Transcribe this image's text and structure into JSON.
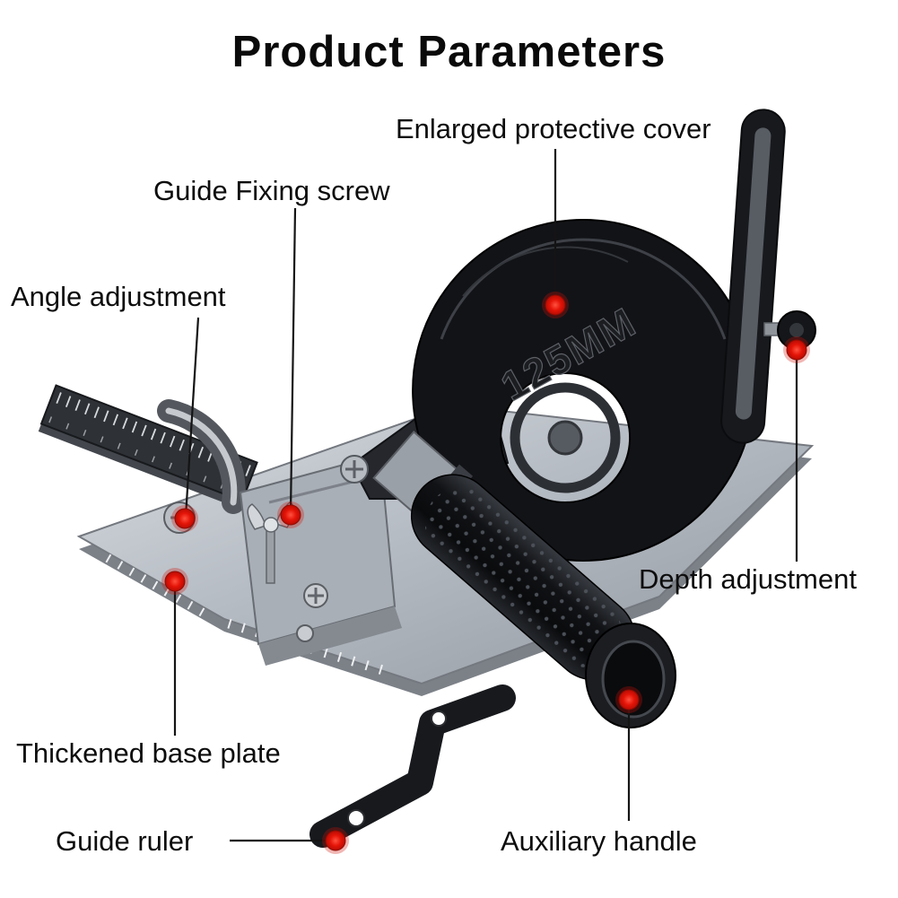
{
  "title": "Product Parameters",
  "product": {
    "cover_marking": "125MM"
  },
  "labels": [
    {
      "id": "enlarged-protective-cover",
      "text": "Enlarged protective cover"
    },
    {
      "id": "guide-fixing-screw",
      "text": "Guide Fixing screw"
    },
    {
      "id": "angle-adjustment",
      "text": "Angle adjustment"
    },
    {
      "id": "depth-adjustment",
      "text": "Depth adjustment"
    },
    {
      "id": "thickened-base-plate",
      "text": "Thickened base plate"
    },
    {
      "id": "guide-ruler",
      "text": "Guide ruler"
    },
    {
      "id": "auxiliary-handle",
      "text": "Auxiliary handle"
    }
  ],
  "colors": {
    "background": "#ffffff",
    "text": "#0d0d0d",
    "marker_red": "#da1206",
    "cover_black": "#121317",
    "plate_gray": "#b4bac2"
  }
}
